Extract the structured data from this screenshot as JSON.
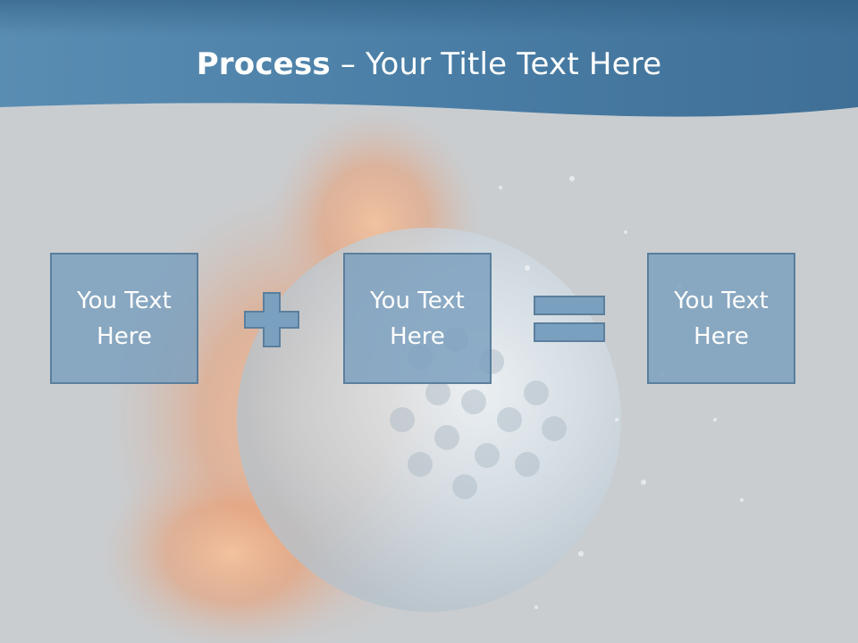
{
  "slide": {
    "title_bold": "Process",
    "title_rest": " – Your Title Text Here",
    "boxes": [
      {
        "text": "You Text Here"
      },
      {
        "text": "You Text Here"
      },
      {
        "text": "You Text Here"
      }
    ],
    "operators": [
      "plus-icon",
      "equals-icon"
    ]
  },
  "colors": {
    "header_blue": "#4a7ea6",
    "box_fill": "#7da0be",
    "box_border": "#5b7f9c",
    "operator_fill": "#7aa0c0",
    "background": "#c9cdd0"
  },
  "background_image": "golf-ball-fire-water-icon"
}
